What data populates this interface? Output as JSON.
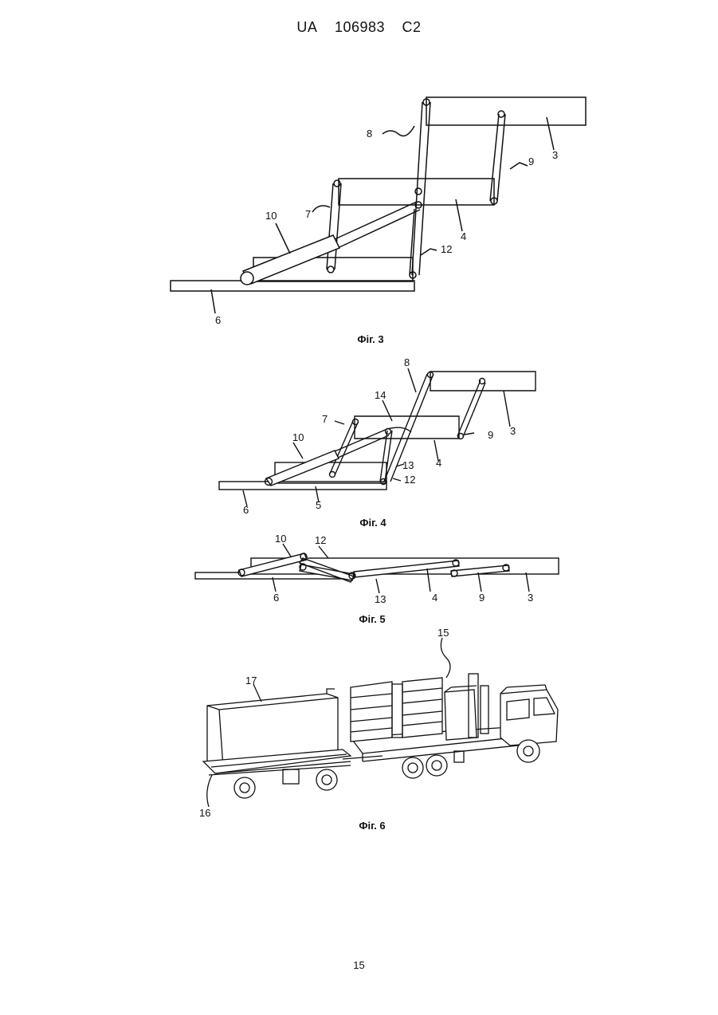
{
  "header": {
    "country": "UA",
    "number": "106983",
    "kind": "C2"
  },
  "figures": [
    {
      "caption": "Фіг. 3",
      "labels": {
        "l3": "3",
        "l4": "4",
        "l6": "6",
        "l7": "7",
        "l8": "8",
        "l9": "9",
        "l10": "10",
        "l12": "12"
      }
    },
    {
      "caption": "Фіг. 4",
      "labels": {
        "l3": "3",
        "l4": "4",
        "l5": "5",
        "l6": "6",
        "l7": "7",
        "l8": "8",
        "l9": "9",
        "l10": "10",
        "l12": "12",
        "l13": "13",
        "l14": "14"
      }
    },
    {
      "caption": "Фіг. 5",
      "labels": {
        "l3": "3",
        "l4": "4",
        "l6": "6",
        "l9": "9",
        "l10": "10",
        "l12": "12",
        "l13": "13"
      }
    },
    {
      "caption": "Фіг. 6",
      "labels": {
        "l15": "15",
        "l16": "16",
        "l17": "17"
      }
    }
  ],
  "page_number": "15"
}
